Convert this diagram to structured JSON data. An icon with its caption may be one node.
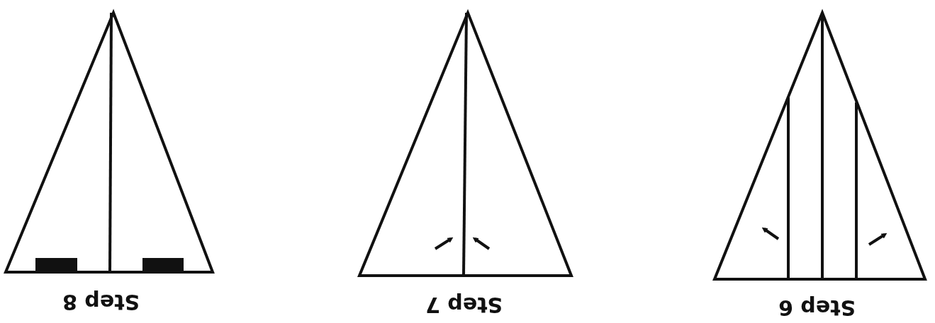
{
  "diagram": {
    "labels": [
      "Step 8",
      "Step 7",
      "Step 6"
    ]
  }
}
